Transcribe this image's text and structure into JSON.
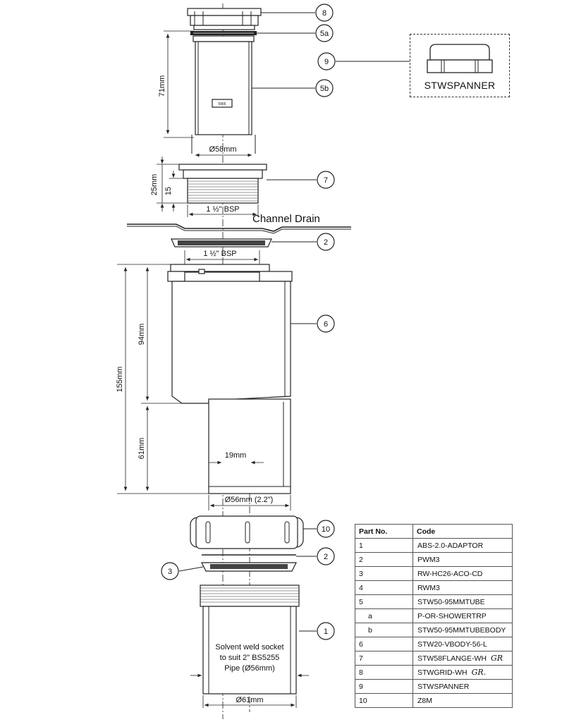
{
  "dimensions": {
    "tube_height": "71mm",
    "tube_diameter": "Ø58mm",
    "flange_height": "25mm",
    "thread_height": "15",
    "flange_thread": "1 ½\" BSP",
    "body_thread": "1 ½\" BSP",
    "body_total": "155mm",
    "body_upper": "94mm",
    "body_lower": "61mm",
    "inner_offset": "19mm",
    "outlet_diameter": "Ø56mm (2.2\")",
    "socket_diameter": "Ø61mm"
  },
  "channel_label": "Channel Drain",
  "tube_marking": "5965",
  "socket_note": [
    "Solvent weld socket",
    "to suit 2\" BS5255",
    "Pipe (Ø56mm)"
  ],
  "callouts": [
    "8",
    "5a",
    "5b",
    "9",
    "7",
    "2",
    "6",
    "10",
    "2",
    "3",
    "1"
  ],
  "spanner_label": "STWSPANNER",
  "table": {
    "header": {
      "part": "Part No.",
      "code": "Code"
    },
    "rows": [
      {
        "part": "1",
        "code": "ABS-2.0-ADAPTOR"
      },
      {
        "part": "2",
        "code": "PWM3"
      },
      {
        "part": "3",
        "code": "RW-HC26-ACO-CD"
      },
      {
        "part": "4",
        "code": "RWM3"
      },
      {
        "part": "5",
        "code": "STW50-95MMTUBE"
      },
      {
        "part": "a",
        "code": "P-OR-SHOWERTRP",
        "sub": true
      },
      {
        "part": "b",
        "code": "STW50-95MMTUBEBODY",
        "sub": true
      },
      {
        "part": "6",
        "code": "STW20-VBODY-56-L"
      },
      {
        "part": "7",
        "code": "STW58FLANGE-WH",
        "note": "GR"
      },
      {
        "part": "8",
        "code": "STWGRID-WH",
        "note": "GR."
      },
      {
        "part": "9",
        "code": "STWSPANNER"
      },
      {
        "part": "10",
        "code": "Z8M"
      }
    ]
  }
}
